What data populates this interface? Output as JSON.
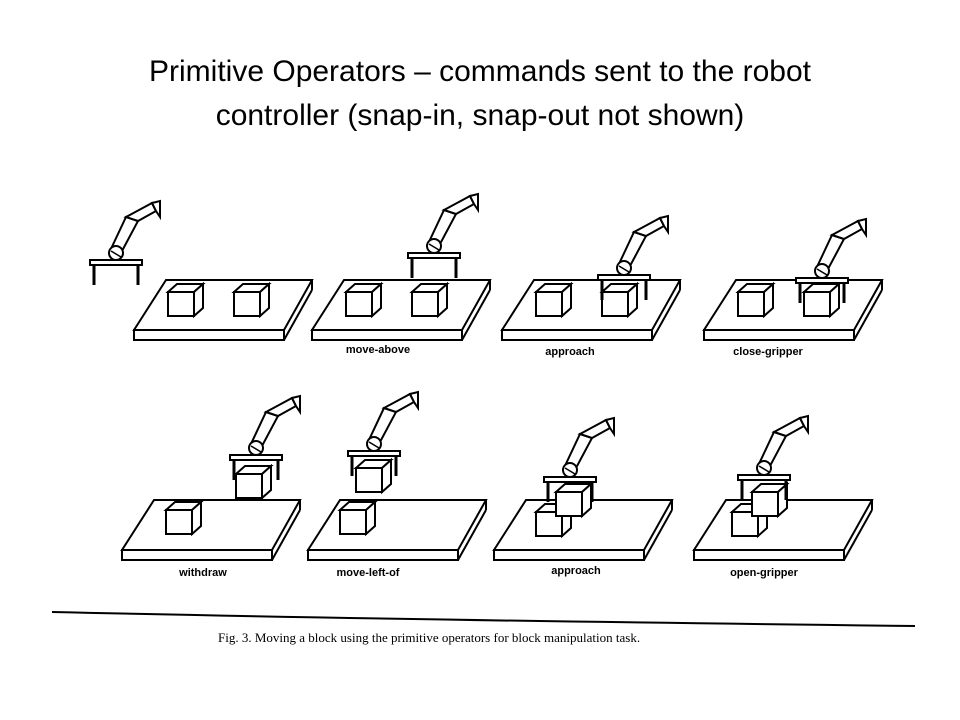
{
  "slide": {
    "title_line1": "Primitive Operators – commands sent to the robot",
    "title_line2": "controller (snap-in, snap-out not shown)"
  },
  "figure": {
    "panels_row1": [
      {
        "label": ""
      },
      {
        "label": "move-above"
      },
      {
        "label": "approach"
      },
      {
        "label": "close-gripper"
      }
    ],
    "panels_row2": [
      {
        "label": "withdraw"
      },
      {
        "label": "move-left-of"
      },
      {
        "label": "approach"
      },
      {
        "label": "open-gripper"
      }
    ],
    "caption": "Fig. 3.  Moving a block using the primitive operators for block manipulation task."
  }
}
